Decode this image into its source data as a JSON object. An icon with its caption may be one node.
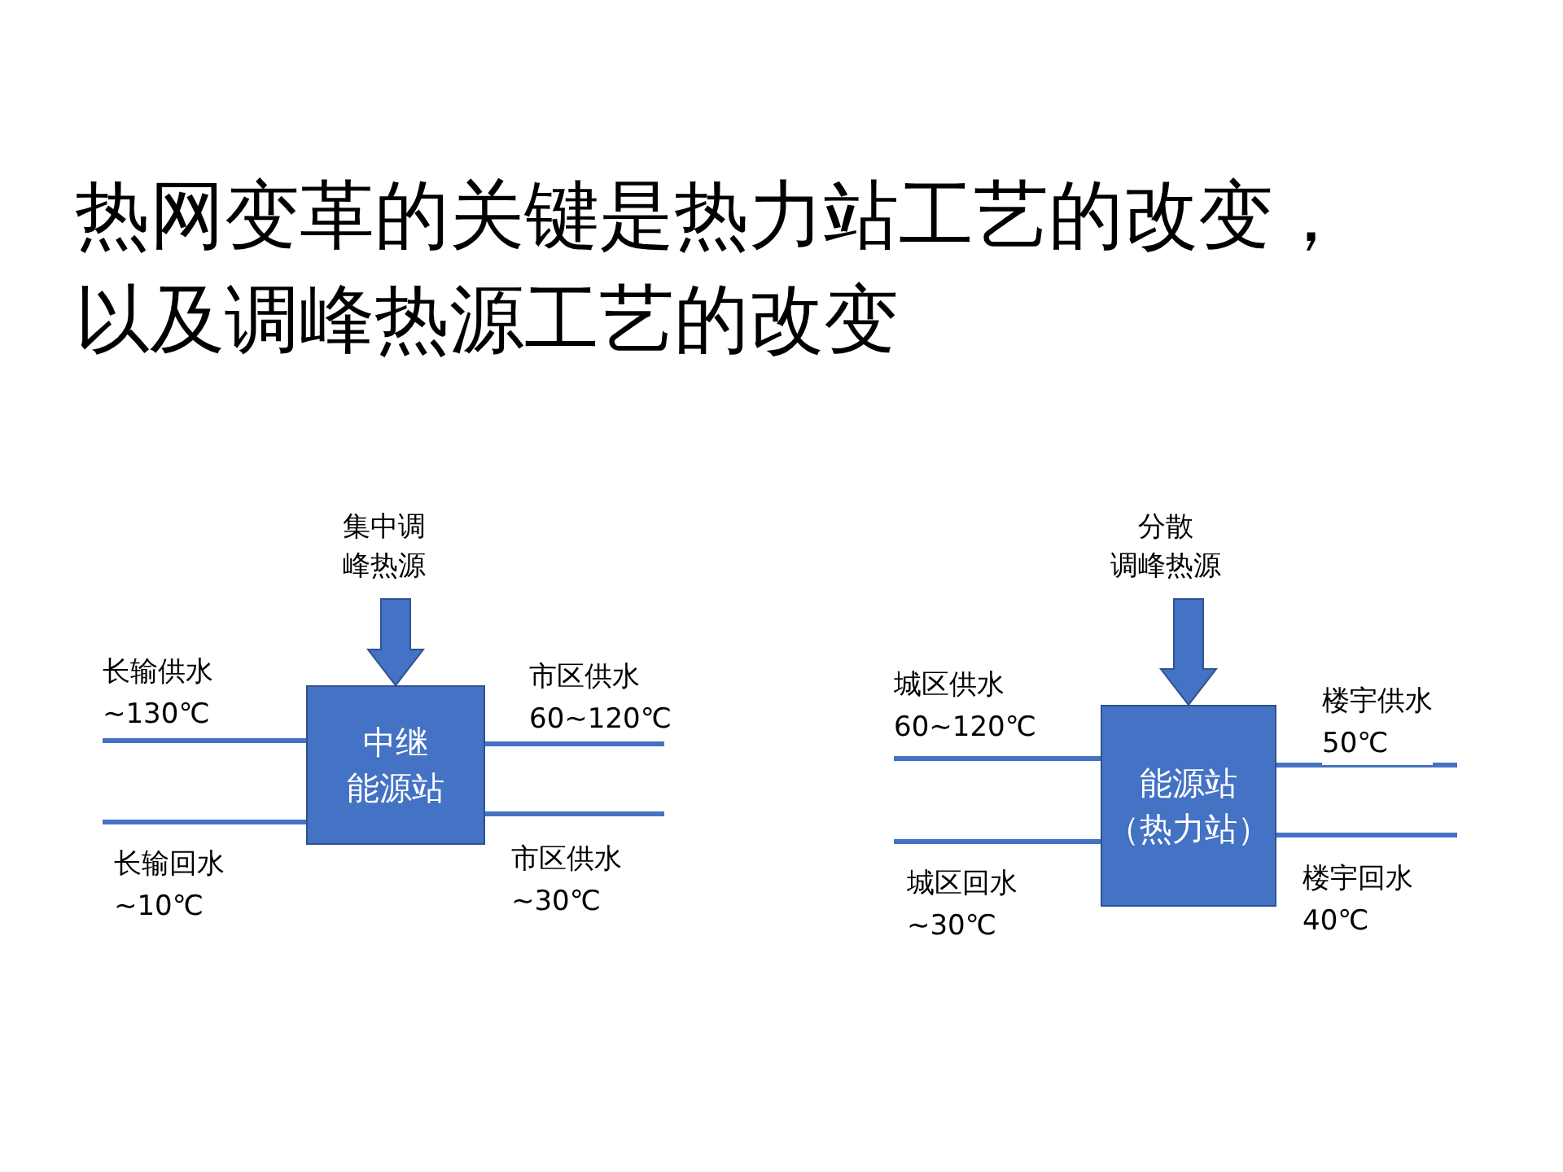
{
  "diagram": {
    "title": "热网变革的关键是热力站工艺的改变，以及调峰热源工艺的改变",
    "nodes": [
      {
        "text": [
          "中继能源站"
        ]
      },
      {
        "text": [
          "集中调峰热源"
        ]
      },
      {
        "text": [
          "能源站（热力站）"
        ]
      },
      {
        "text": [
          "分散调峰热源"
        ]
      }
    ],
    "edges": [
      {
        "from": 1,
        "to": 0,
        "arrow": "to",
        "style": "thick"
      },
      {
        "from": null,
        "to": 0,
        "arrow": "none",
        "label": "长输供水 ~130℃"
      },
      {
        "from": null,
        "to": 0,
        "arrow": "none",
        "label": "长输回水 ~10℃"
      },
      {
        "from": 0,
        "to": null,
        "arrow": "none",
        "label": "市区供水 60~120℃"
      },
      {
        "from": 0,
        "to": null,
        "arrow": "none",
        "label": "市区供水 ~30℃"
      },
      {
        "from": 3,
        "to": 2,
        "arrow": "to",
        "style": "thick"
      },
      {
        "from": null,
        "to": 2,
        "arrow": "none",
        "label": "城区供水 60~120℃"
      },
      {
        "from": null,
        "to": 2,
        "arrow": "none",
        "label": "城区回水 ~30℃"
      },
      {
        "from": 2,
        "to": null,
        "arrow": "none",
        "label": "楼宇供水 50℃"
      },
      {
        "from": 2,
        "to": null,
        "arrow": "none",
        "label": "楼宇回水 40℃"
      }
    ]
  }
}
